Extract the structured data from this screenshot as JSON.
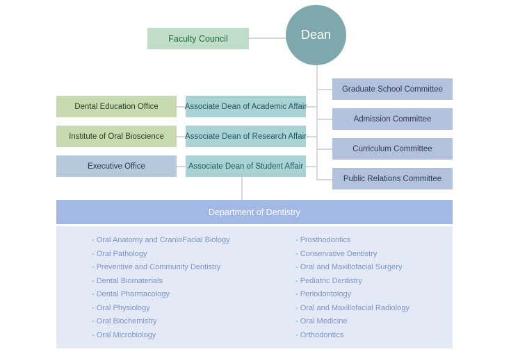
{
  "dean": "Dean",
  "faculty_council": "Faculty Council",
  "offices": [
    "Dental Education Office",
    "Institute of Oral Bioscience",
    "Executive Office"
  ],
  "associate_deans": [
    "Associate Dean of Academic Affair",
    "Associate Dean of Research Affair",
    "Associate Dean of Student Affair"
  ],
  "committees": [
    "Graduate School Committee",
    "Admission Committee",
    "Curriculum Committee",
    "Public Relations Committee"
  ],
  "department": {
    "title": "Department of Dentistry",
    "left": [
      "- Oral Anatomy and CranioFacial Biology",
      "- Oral Pathology",
      "- Preventive and Community Dentistry",
      "- Dental Biomaterials",
      "- Dental Pharmacology",
      "- Oral Physiology",
      "- Oral Biochemistry",
      "- Oral Microbiology"
    ],
    "right": [
      "- Prosthodontics",
      "- Conservative Dentistry",
      "- Oral and Maxillofacial Surgery",
      "- Pediatric Dentistry",
      "- Periodontology",
      "- Oral and Maxillofacial Radiology",
      "- Oral Medicine",
      "- Orthodontics"
    ]
  },
  "colors": {
    "dean": "#7fa8ac",
    "faculty_council": "#bfddc8",
    "office_green": "#c8dbb0",
    "office_blue": "#b6c8dc",
    "associate_dean": "#a9d2d4",
    "committee": "#b4c1dc",
    "department_header": "#a3b8e4",
    "department_body": "#e3eaf6"
  }
}
